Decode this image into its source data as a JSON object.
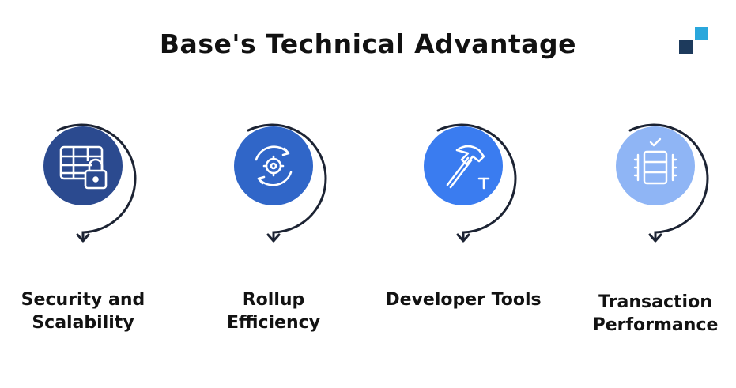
{
  "title": "Base's Technical Advantage",
  "colors": {
    "ring": "#1c2333",
    "logo_dark": "#1d3a5c",
    "logo_light": "#2aa7dc",
    "icon_line": "#ffffff"
  },
  "items": [
    {
      "label": "Security and Scalability",
      "icon": "table-lock-icon",
      "circle_color": "#2b4a8f"
    },
    {
      "label": "Rollup Efficiency",
      "icon": "gear-cycle-icon",
      "circle_color": "#3066c8"
    },
    {
      "label": "Developer Tools",
      "icon": "hammer-icon",
      "circle_color": "#3a7cf0"
    },
    {
      "label": "Transaction Performance",
      "icon": "server-check-icon",
      "circle_color": "#8fb5f5"
    }
  ]
}
